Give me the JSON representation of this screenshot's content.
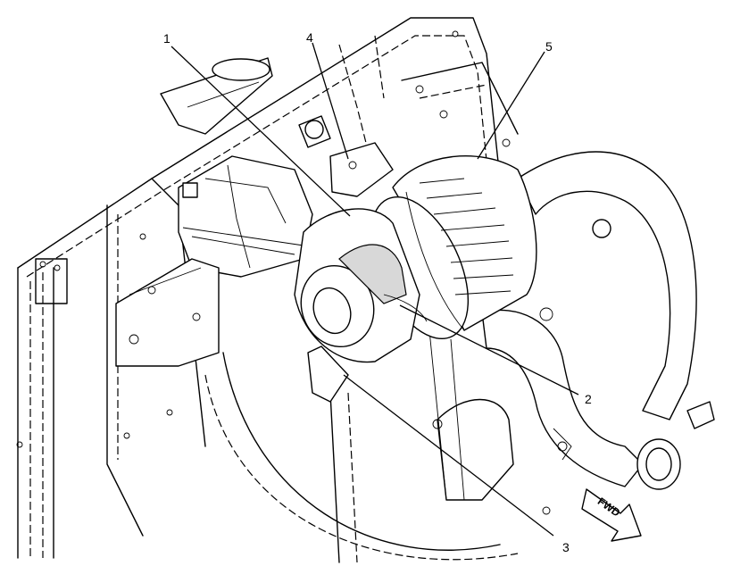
{
  "callouts": [
    {
      "id": "callout-1",
      "label": "1"
    },
    {
      "id": "callout-2",
      "label": "2"
    },
    {
      "id": "callout-3",
      "label": "3"
    },
    {
      "id": "callout-4",
      "label": "4"
    },
    {
      "id": "callout-5",
      "label": "5"
    }
  ],
  "direction_arrow": {
    "label": "FWD"
  }
}
